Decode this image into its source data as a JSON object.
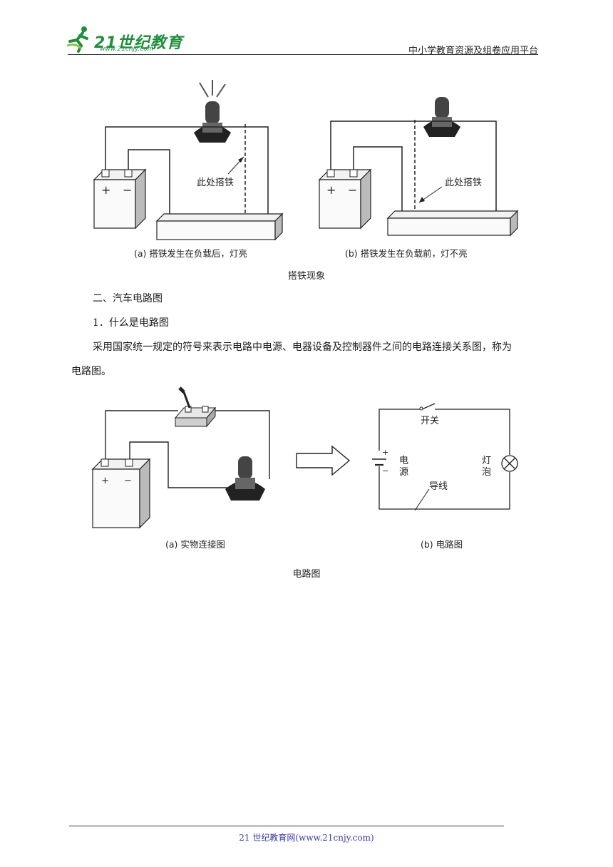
{
  "header": {
    "logo_text": "21世纪教育",
    "logo_url": "www.21cnjy.com",
    "right_text": "中小学教育资源及组卷应用平台"
  },
  "figure1": {
    "label_a": "此处搭铁",
    "label_b": "此处搭铁",
    "caption_a": "(a) 搭铁发生在负载后，灯亮",
    "caption_b": "(b) 搭铁发生在负载前，灯不亮",
    "title": "搭铁现象",
    "plus": "+",
    "minus": "−"
  },
  "section": {
    "heading": "二、汽车电路图",
    "subheading": "1．什么是电路图",
    "paragraph_line1": "采用国家统一规定的符号来表示电路中电源、电器设备及控制器件之间的电路连接关系图，称为",
    "paragraph_line2": "电路图。"
  },
  "figure2": {
    "switch_label": "开关",
    "source_label_1": "电",
    "source_label_2": "源",
    "lamp_label_1": "灯",
    "lamp_label_2": "泡",
    "wire_label": "导线",
    "caption_a": "(a) 实物连接图",
    "caption_b": "(b) 电路图",
    "title": "电路图",
    "plus": "+",
    "minus": "−"
  },
  "footer": {
    "text": "21 世纪教育网(www.21cnjy.com)"
  }
}
